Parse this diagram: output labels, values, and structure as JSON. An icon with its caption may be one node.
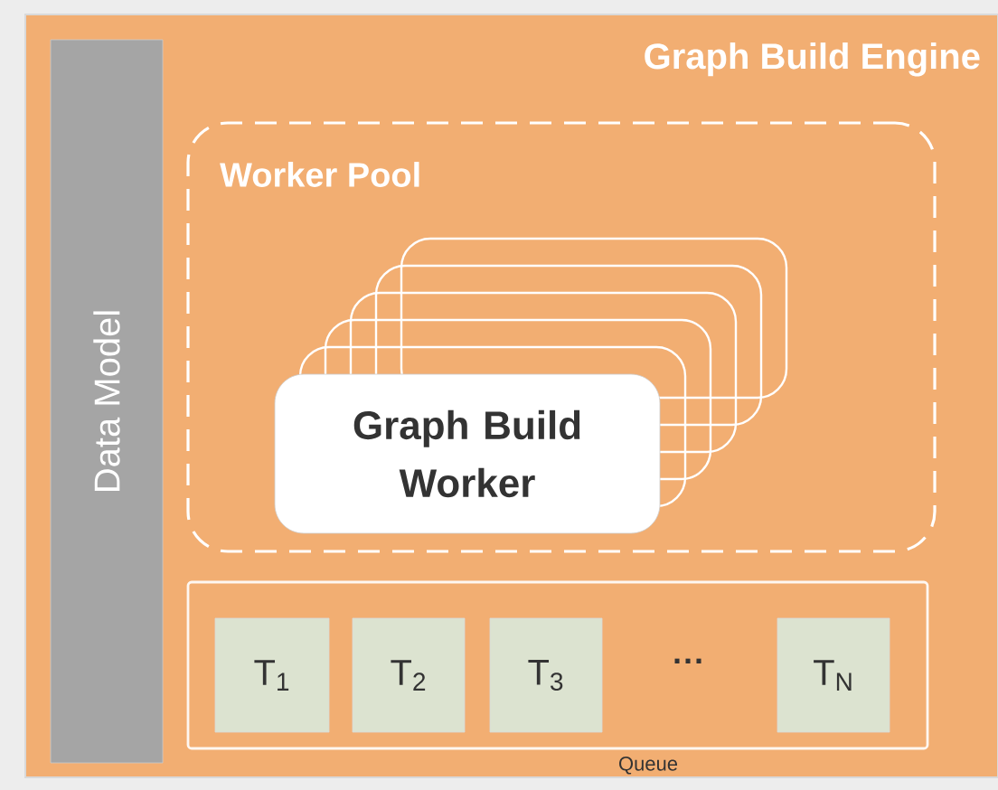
{
  "diagram": {
    "nodes": [
      {
        "text": [
          "Graph Build Engine"
        ]
      },
      {
        "text": [
          "Data Model"
        ],
        "in": 0
      },
      {
        "text": [
          "Worker Pool"
        ],
        "in": 0
      },
      {
        "text": [
          "Graph Build Worker"
        ],
        "in": 2
      },
      {
        "text": [
          "Queue"
        ],
        "in": 0
      },
      {
        "text": [
          "T$_{1}$"
        ],
        "in": 4
      },
      {
        "text": [
          "T$_{2}$"
        ],
        "in": 4
      },
      {
        "text": [
          "T$_{3}$"
        ],
        "in": 4
      },
      {
        "text": [
          "T$_{N}$"
        ],
        "in": 4
      }
    ],
    "edges": [],
    "labels": [
      "···"
    ]
  }
}
